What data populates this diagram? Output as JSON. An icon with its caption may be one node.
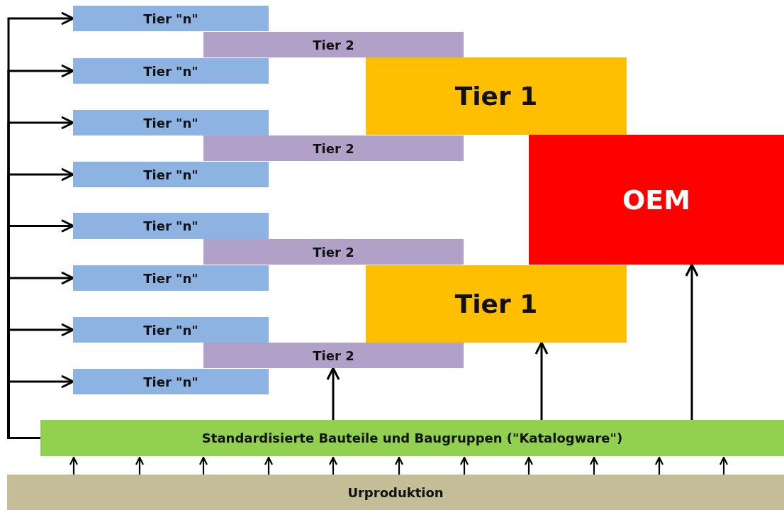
{
  "diagram": {
    "nodes": [
      {
        "text": [
          "Tier \"n\""
        ]
      },
      {
        "text": [
          "Tier 2"
        ]
      },
      {
        "text": [
          "Tier \"n\""
        ]
      },
      {
        "text": [
          "Tier 1"
        ]
      },
      {
        "text": [
          "Tier \"n\""
        ]
      },
      {
        "text": [
          "Tier 2"
        ]
      },
      {
        "text": [
          "OEM"
        ]
      },
      {
        "text": [
          "Tier \"n\""
        ]
      },
      {
        "text": [
          "Tier \"n\""
        ]
      },
      {
        "text": [
          "Tier 2"
        ]
      },
      {
        "text": [
          "Tier \"n\""
        ]
      },
      {
        "text": [
          "Tier 1"
        ]
      },
      {
        "text": [
          "Tier \"n\""
        ]
      },
      {
        "text": [
          "Tier 2"
        ]
      },
      {
        "text": [
          "Tier \"n\""
        ]
      },
      {
        "text": [
          "Standardisierte Bauteile und Baugruppen (\"Katalogware\")"
        ]
      },
      {
        "text": [
          "Urproduktion"
        ]
      }
    ],
    "edges": [
      {
        "from": 15,
        "to": 0,
        "arrow": "to"
      },
      {
        "from": 15,
        "to": 2,
        "arrow": "to"
      },
      {
        "from": 15,
        "to": 4,
        "arrow": "to"
      },
      {
        "from": 15,
        "to": 7,
        "arrow": "to"
      },
      {
        "from": 15,
        "to": 8,
        "arrow": "to"
      },
      {
        "from": 15,
        "to": 10,
        "arrow": "to"
      },
      {
        "from": 15,
        "to": 12,
        "arrow": "to"
      },
      {
        "from": 15,
        "to": 14,
        "arrow": "to"
      },
      {
        "from": 15,
        "to": 13,
        "arrow": "to"
      },
      {
        "from": 15,
        "to": 11,
        "arrow": "to"
      },
      {
        "from": 15,
        "to": 6,
        "arrow": "to"
      },
      {
        "from": 16,
        "to": 15,
        "arrow": "to"
      },
      {
        "from": 16,
        "to": 15,
        "arrow": "to"
      },
      {
        "from": 16,
        "to": 15,
        "arrow": "to"
      },
      {
        "from": 16,
        "to": 15,
        "arrow": "to"
      },
      {
        "from": 16,
        "to": 15,
        "arrow": "to"
      },
      {
        "from": 16,
        "to": 15,
        "arrow": "to"
      },
      {
        "from": 16,
        "to": 15,
        "arrow": "to"
      },
      {
        "from": 16,
        "to": 15,
        "arrow": "to"
      },
      {
        "from": 16,
        "to": 15,
        "arrow": "to"
      },
      {
        "from": 16,
        "to": 15,
        "arrow": "to"
      },
      {
        "from": 16,
        "to": 15,
        "arrow": "to"
      }
    ]
  }
}
